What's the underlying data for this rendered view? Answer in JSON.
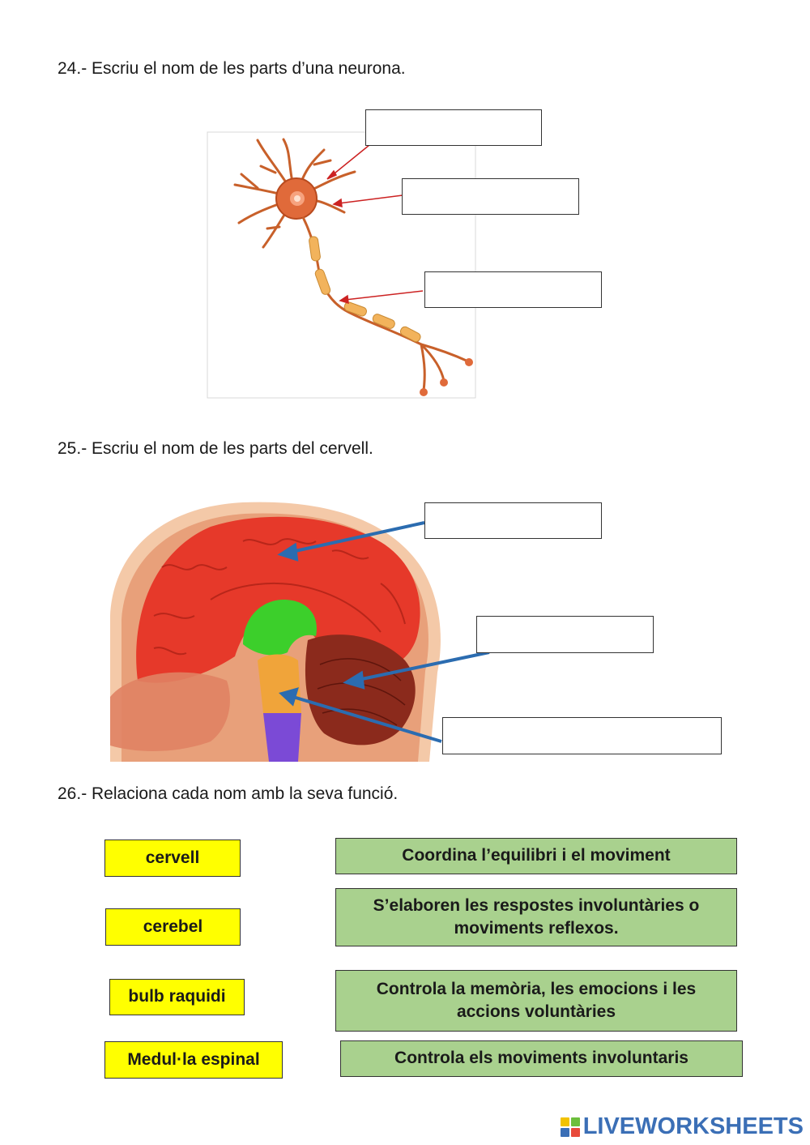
{
  "questions": {
    "q24": "24.- Escriu el nom de les parts d’una neurona.",
    "q25": "25.- Escriu el nom de les parts del cervell.",
    "q26": "26.- Relaciona cada nom amb la seva funció."
  },
  "neuron_answers": [
    "",
    "",
    ""
  ],
  "brain_answers": [
    "",
    "",
    ""
  ],
  "match": {
    "names": [
      "cervell",
      "cerebel",
      "bulb raquidi",
      "Medul·la espinal"
    ],
    "functions": [
      "Coordina l’equilibri i el moviment",
      "S’elaboren les respostes involuntàries o moviments reflexos.",
      "Controla la memòria, les emocions i les accions voluntàries",
      "Controla els moviments involuntaris"
    ]
  },
  "footer": {
    "brand": "LIVEWORKSHEETS"
  },
  "colors": {
    "name_fill": "#ffff00",
    "function_fill": "#a9d18e",
    "neuron_arrow": "#cc2222",
    "brain_arrow": "#2b6cb0",
    "brand": "#3b6fb6"
  }
}
